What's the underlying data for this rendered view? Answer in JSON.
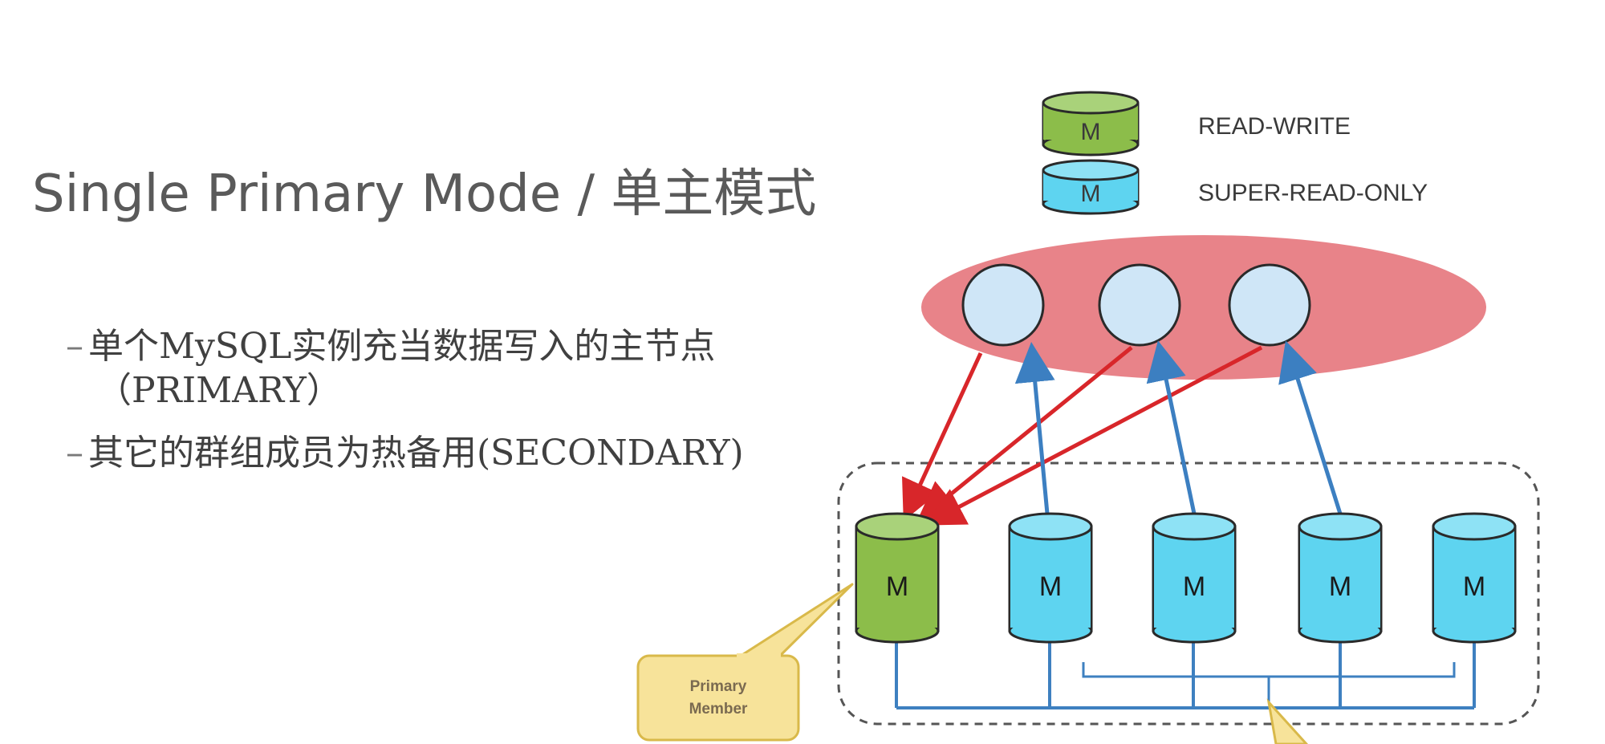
{
  "title": "Single Primary Mode / 单主模式",
  "bullets": [
    {
      "dash": "–",
      "line1": "单个MySQL实例充当数据写入的主节点",
      "line2": "（PRIMARY）"
    },
    {
      "dash": "–",
      "line1": "其它的群组成员为热备用(SECONDARY)"
    }
  ],
  "legend": [
    {
      "icon_label": "M",
      "text": "READ-WRITE",
      "color": "#8cbd4a"
    },
    {
      "icon_label": "M",
      "text": "SUPER-READ-ONLY",
      "color": "#5ed4f0"
    }
  ],
  "members": [
    {
      "label": "M",
      "role": "primary",
      "color": "#8cbd4a"
    },
    {
      "label": "M",
      "role": "secondary",
      "color": "#5ed4f0"
    },
    {
      "label": "M",
      "role": "secondary",
      "color": "#5ed4f0"
    },
    {
      "label": "M",
      "role": "secondary",
      "color": "#5ed4f0"
    },
    {
      "label": "M",
      "role": "secondary",
      "color": "#5ed4f0"
    }
  ],
  "callout": {
    "line1": "Primary",
    "line2": "Member"
  },
  "colors": {
    "cluster_ellipse": "#e46d74",
    "client_circle": "#cfe6f7",
    "write_arrow": "#d8262a",
    "read_arrow": "#3c7fc1",
    "bus_line": "#3e80c0",
    "callout_fill": "#f7e39a",
    "callout_stroke": "#d9b94a"
  }
}
